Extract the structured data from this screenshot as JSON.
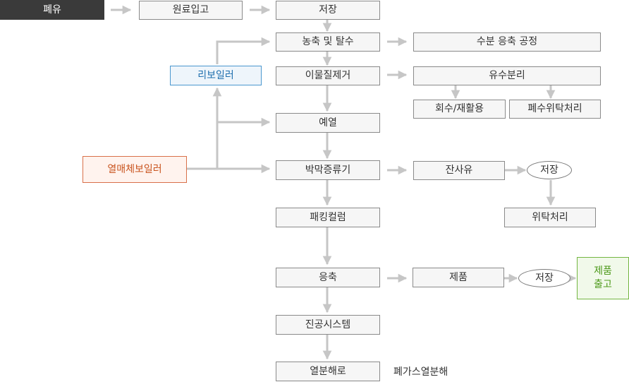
{
  "colors": {
    "line": "#c6c6c6",
    "box_border": "#8a8a8a",
    "box_fill": "#f6f6f6",
    "dark_fill": "#3a3a3a",
    "blue_accent": "#4a97cf",
    "orange_accent": "#d9704a",
    "green_accent": "#74b642"
  },
  "nodes": {
    "waste_oil": "폐유",
    "raw_input": "원료입고",
    "storage": "저장",
    "concentration_dehydration": "농축 및 탈수",
    "moisture_concentration": "수분 응축 공정",
    "reboiler": "리보일러",
    "impurity_removal": "이물질제거",
    "oil_water_separation": "유수분리",
    "recovery_recycling": "회수/재활용",
    "wastewater_outsourcing": "폐수위탁처리",
    "preheating": "예열",
    "thermal_medium_boiler": "열매체보일러",
    "thin_film_distillation": "박막증류기",
    "residual_oil": "잔사유",
    "storage_residual": "저장",
    "consignment_treatment": "위탁처리",
    "packing_column": "패킹컬럼",
    "condensation": "응축",
    "product": "제품",
    "storage_product": "저장",
    "product_shipping_line1": "제품",
    "product_shipping_line2": "출고",
    "vacuum_system": "진공시스템",
    "pyrolysis": "열분해로",
    "waste_gas_pyrolysis": "폐가스열분해"
  }
}
